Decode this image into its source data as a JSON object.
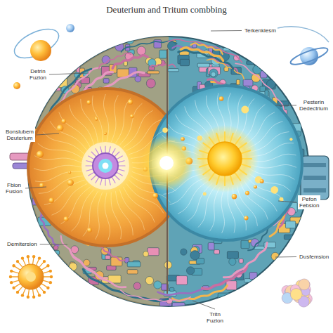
{
  "diagram": {
    "title": "Deuterium and Tritum combbing",
    "labels": [
      "Detrin Fuzion",
      "Terkenklesm",
      "Bonslubem Deuterium",
      "Pesterin Dedectrlum",
      "Fbion Fusion",
      "Pefon Febsion",
      "Demitersion",
      "Dusfemsion",
      "Tritn Fuzion"
    ]
  }
}
